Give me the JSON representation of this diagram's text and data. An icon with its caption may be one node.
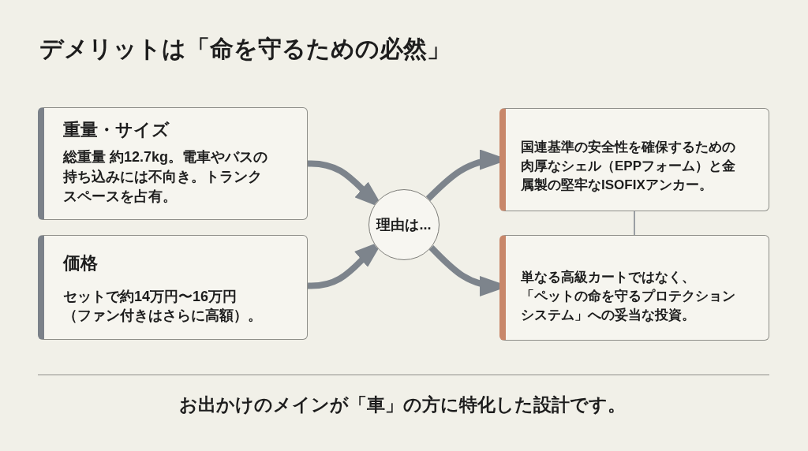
{
  "diagram": {
    "title": "デメリットは「命を守るための必然」",
    "caption": "お出かけのメインが「車」の方に特化した設計です。",
    "nodes": [
      {
        "text": [
          "重量・サイズ",
          "総重量 約12.7kg。電車やバスの持ち込みには不向き。トランクスペースを占有。"
        ]
      },
      {
        "text": [
          "価格",
          "セットで約14万円〜16万円（ファン付きはさらに高額）。"
        ]
      },
      {
        "text": [
          "理由は..."
        ]
      },
      {
        "text": [
          "国連基準の安全性を確保するための肉厚なシェル（EPPフォーム）と金属製の堅牢なISOFIXアンカー。"
        ]
      },
      {
        "text": [
          "単なる高級カートではなく、「ペットの命を守るプロテクションシステム」への妥当な投資。"
        ]
      }
    ],
    "edges": [
      {
        "from": 0,
        "to": 2,
        "arrow": "to"
      },
      {
        "from": 1,
        "to": 2,
        "arrow": "to"
      },
      {
        "from": 2,
        "to": 3,
        "arrow": "to"
      },
      {
        "from": 2,
        "to": 4,
        "arrow": "to"
      },
      {
        "from": 3,
        "to": 4,
        "arrow": "none"
      }
    ]
  }
}
